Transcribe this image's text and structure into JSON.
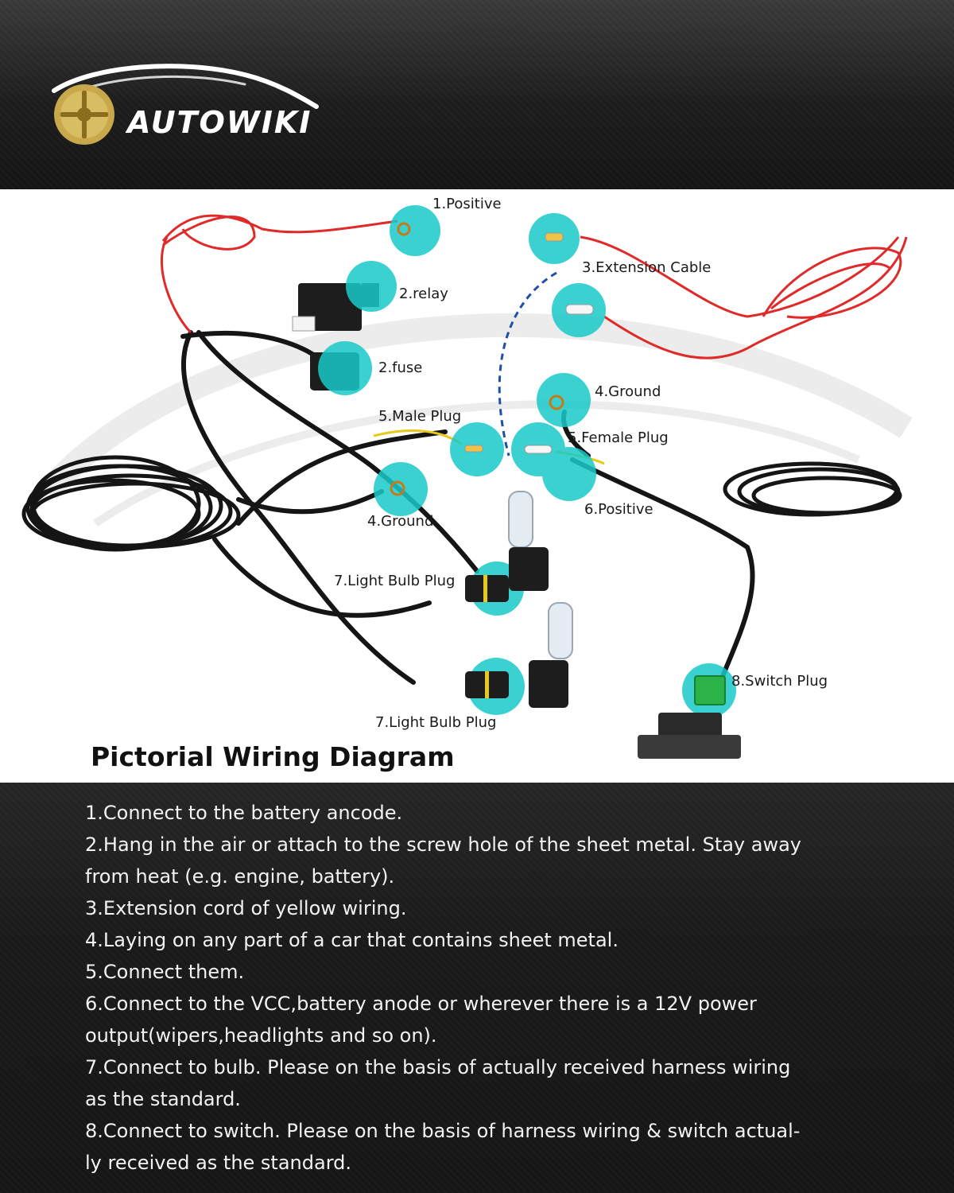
{
  "brand": {
    "name": "AUTOWIKI",
    "logo_icon": "wheel-logo-icon",
    "gold": "#c8a84b"
  },
  "diagram": {
    "title": "Pictorial Wiring Diagram",
    "highlight_color": "#19c9c9",
    "labels": {
      "positive_1": "1.Positive",
      "relay": "2.relay",
      "fuse": "2.fuse",
      "extension_cable": "3.Extension Cable",
      "ground_4_right": "4.Ground",
      "male_plug": "5.Male Plug",
      "female_plug": "5.Female Plug",
      "ground_4_left": "4.Ground",
      "positive_6": "6.Positive",
      "light_bulb_plug_upper": "7.Light Bulb Plug",
      "light_bulb_plug_lower": "7.Light Bulb Plug",
      "switch_plug": "8.Switch Plug"
    }
  },
  "instructions": [
    "1.Connect to the battery ancode.",
    "2.Hang in the air or attach to the screw hole of the sheet metal. Stay away",
    "from heat (e.g. engine, battery).",
    "3.Extension cord of yellow wiring.",
    "4.Laying on any part of a car that contains sheet metal.",
    "5.Connect them.",
    "6.Connect to the VCC,battery anode or wherever  there is a 12V power",
    "output(wipers,headlights and so on).",
    "7.Connect to bulb. Please on the basis of actually received harness wiring",
    "as the standard.",
    "8.Connect to switch. Please on the basis of  harness wiring & switch actual-",
    "ly received as the standard."
  ]
}
